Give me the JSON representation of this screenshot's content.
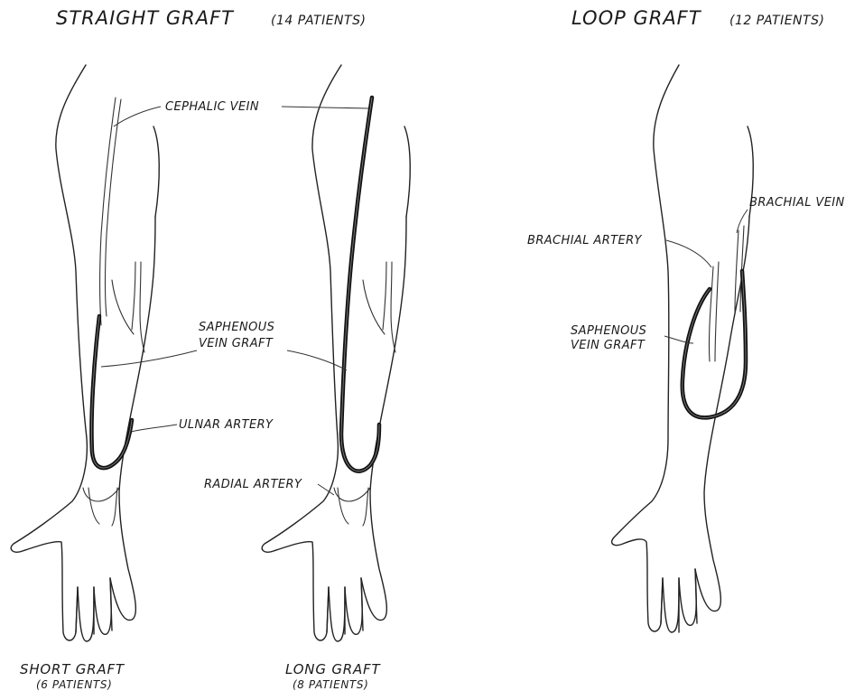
{
  "headings": {
    "straight": {
      "title": "STRAIGHT GRAFT",
      "count": "(14 PATIENTS)"
    },
    "loop": {
      "title": "LOOP GRAFT",
      "count": "(12 PATIENTS)"
    }
  },
  "labels": {
    "cephalic_vein": "CEPHALIC VEIN",
    "saphenous_1": "SAPHENOUS",
    "saphenous_2": "VEIN GRAFT",
    "ulnar_artery": "ULNAR ARTERY",
    "radial_artery": "RADIAL ARTERY",
    "brachial_vein": "BRACHIAL VEIN",
    "brachial_artery": "BRACHIAL ARTERY",
    "loop_saphenous_1": "SAPHENOUS",
    "loop_saphenous_2": "VEIN GRAFT"
  },
  "captions": {
    "short": {
      "title": "SHORT GRAFT",
      "count": "(6 PATIENTS)"
    },
    "long": {
      "title": "LONG GRAFT",
      "count": "(8 PATIENTS)"
    }
  }
}
